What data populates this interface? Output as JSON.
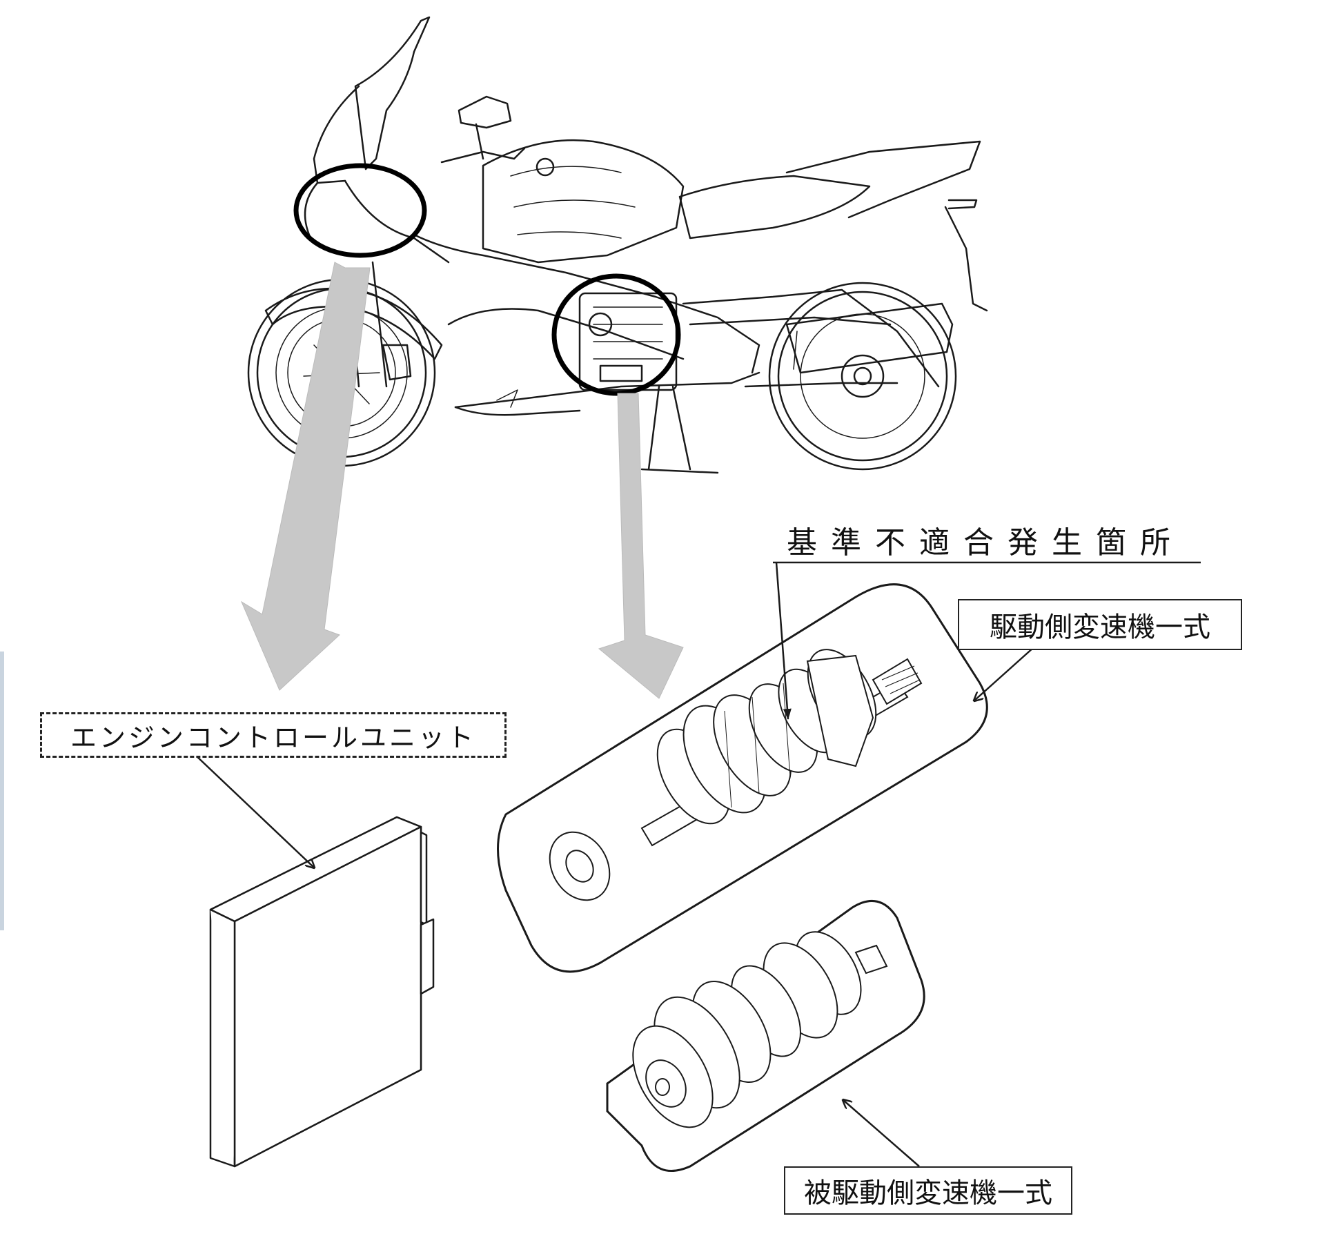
{
  "labels": {
    "ecu": "エンジンコントロールユニット",
    "defect_location": "基準不適合発生箇所",
    "drive_side": "駆動側変速機一式",
    "driven_side": "被駆動側変速機一式"
  },
  "icons": {
    "motorcycle": "motorcycle-line-drawing",
    "ecu": "engine-control-unit-box",
    "drive_gear": "drive-side-transmission-assembly",
    "driven_gear": "driven-side-transmission-assembly"
  },
  "colors": {
    "line": "#1a1a1a",
    "arrow_fill": "#c8c8c8",
    "background": "#ffffff"
  }
}
